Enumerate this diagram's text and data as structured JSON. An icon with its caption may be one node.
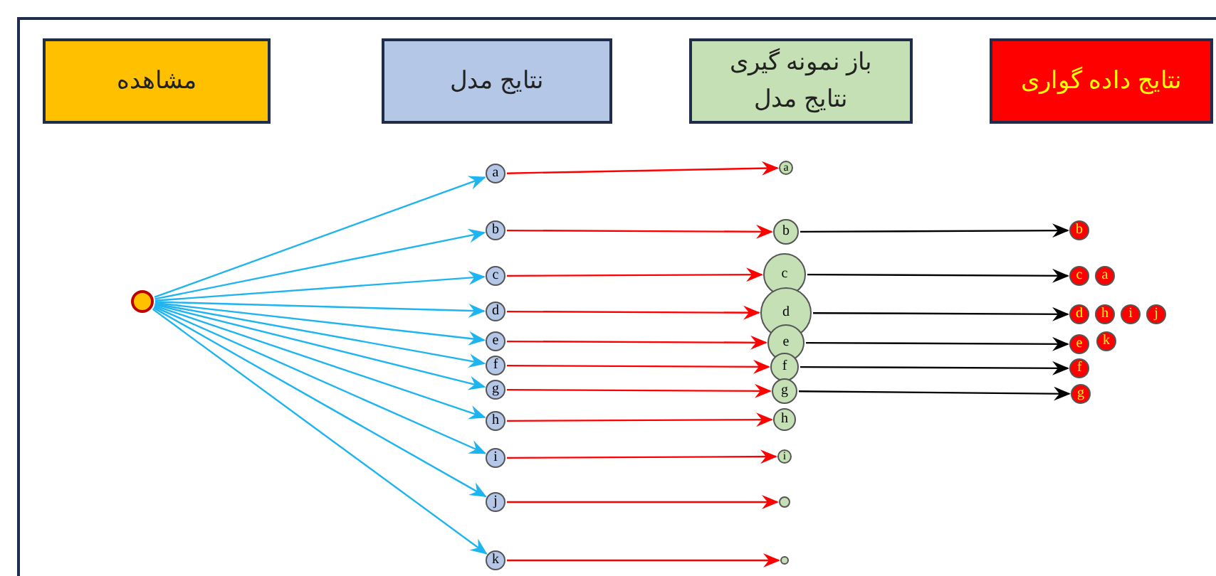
{
  "diagram": {
    "nodes": [
      {
        "text": [
          "مشاهده"
        ]
      },
      {
        "text": [
          "نتایج مدل"
        ]
      },
      {
        "text": [
          "باز نمونه گیری نتایج مدل"
        ]
      },
      {
        "text": [
          "نتایج داده گواری"
        ]
      },
      {
        "text": [],
        "shape": "circle"
      },
      {
        "text": [
          "a"
        ]
      },
      {
        "text": [
          "b"
        ]
      },
      {
        "text": [
          "c"
        ]
      },
      {
        "text": [
          "d"
        ]
      },
      {
        "text": [
          "e"
        ]
      },
      {
        "text": [
          "f"
        ]
      },
      {
        "text": [
          "g"
        ]
      },
      {
        "text": [
          "h"
        ]
      },
      {
        "text": [
          "i"
        ]
      },
      {
        "text": [
          "j"
        ]
      },
      {
        "text": [
          "k"
        ]
      },
      {
        "text": [
          "a"
        ]
      },
      {
        "text": [
          "b"
        ]
      },
      {
        "text": [
          "c"
        ]
      },
      {
        "text": [
          "d"
        ]
      },
      {
        "text": [
          "e"
        ]
      },
      {
        "text": [
          "f"
        ]
      },
      {
        "text": [
          "g"
        ]
      },
      {
        "text": [
          "h"
        ]
      },
      {
        "text": [
          "i"
        ]
      },
      {
        "text": [],
        "shape": "circle"
      },
      {
        "text": [],
        "shape": "circle"
      },
      {
        "text": [
          "b"
        ]
      },
      {
        "text": [
          "c"
        ]
      },
      {
        "text": [
          "a"
        ]
      },
      {
        "text": [
          "d"
        ]
      },
      {
        "text": [
          "h"
        ]
      },
      {
        "text": [
          "i"
        ]
      },
      {
        "text": [
          "j"
        ]
      },
      {
        "text": [
          "e"
        ]
      },
      {
        "text": [
          "k"
        ]
      },
      {
        "text": [
          "f"
        ]
      },
      {
        "text": [
          "g"
        ]
      }
    ],
    "edges": [
      {
        "from": 4,
        "to": 5,
        "arrow": "to",
        "color": "#1eb4f0"
      },
      {
        "from": 4,
        "to": 6,
        "arrow": "to",
        "color": "#1eb4f0"
      },
      {
        "from": 4,
        "to": 7,
        "arrow": "to",
        "color": "#1eb4f0"
      },
      {
        "from": 4,
        "to": 8,
        "arrow": "to",
        "color": "#1eb4f0"
      },
      {
        "from": 4,
        "to": 9,
        "arrow": "to",
        "color": "#1eb4f0"
      },
      {
        "from": 4,
        "to": 10,
        "arrow": "to",
        "color": "#1eb4f0"
      },
      {
        "from": 4,
        "to": 11,
        "arrow": "to",
        "color": "#1eb4f0"
      },
      {
        "from": 4,
        "to": 12,
        "arrow": "to",
        "color": "#1eb4f0"
      },
      {
        "from": 4,
        "to": 13,
        "arrow": "to",
        "color": "#1eb4f0"
      },
      {
        "from": 4,
        "to": 14,
        "arrow": "to",
        "color": "#1eb4f0"
      },
      {
        "from": 4,
        "to": 15,
        "arrow": "to",
        "color": "#1eb4f0"
      },
      {
        "from": 5,
        "to": 16,
        "arrow": "to",
        "color": "#ff0000"
      },
      {
        "from": 6,
        "to": 17,
        "arrow": "to",
        "color": "#ff0000"
      },
      {
        "from": 7,
        "to": 18,
        "arrow": "to",
        "color": "#ff0000"
      },
      {
        "from": 8,
        "to": 19,
        "arrow": "to",
        "color": "#ff0000"
      },
      {
        "from": 9,
        "to": 20,
        "arrow": "to",
        "color": "#ff0000"
      },
      {
        "from": 10,
        "to": 21,
        "arrow": "to",
        "color": "#ff0000"
      },
      {
        "from": 11,
        "to": 22,
        "arrow": "to",
        "color": "#ff0000"
      },
      {
        "from": 12,
        "to": 23,
        "arrow": "to",
        "color": "#ff0000"
      },
      {
        "from": 13,
        "to": 24,
        "arrow": "to",
        "color": "#ff0000"
      },
      {
        "from": 14,
        "to": 25,
        "arrow": "to",
        "color": "#ff0000"
      },
      {
        "from": 15,
        "to": 26,
        "arrow": "to",
        "color": "#ff0000"
      },
      {
        "from": 17,
        "to": 27,
        "arrow": "to",
        "color": "#000000"
      },
      {
        "from": 18,
        "to": 28,
        "arrow": "to",
        "color": "#000000"
      },
      {
        "from": 19,
        "to": 30,
        "arrow": "to",
        "color": "#000000"
      },
      {
        "from": 20,
        "to": 34,
        "arrow": "to",
        "color": "#000000"
      },
      {
        "from": 21,
        "to": 36,
        "arrow": "to",
        "color": "#000000"
      },
      {
        "from": 22,
        "to": 37,
        "arrow": "to",
        "color": "#000000"
      }
    ]
  }
}
